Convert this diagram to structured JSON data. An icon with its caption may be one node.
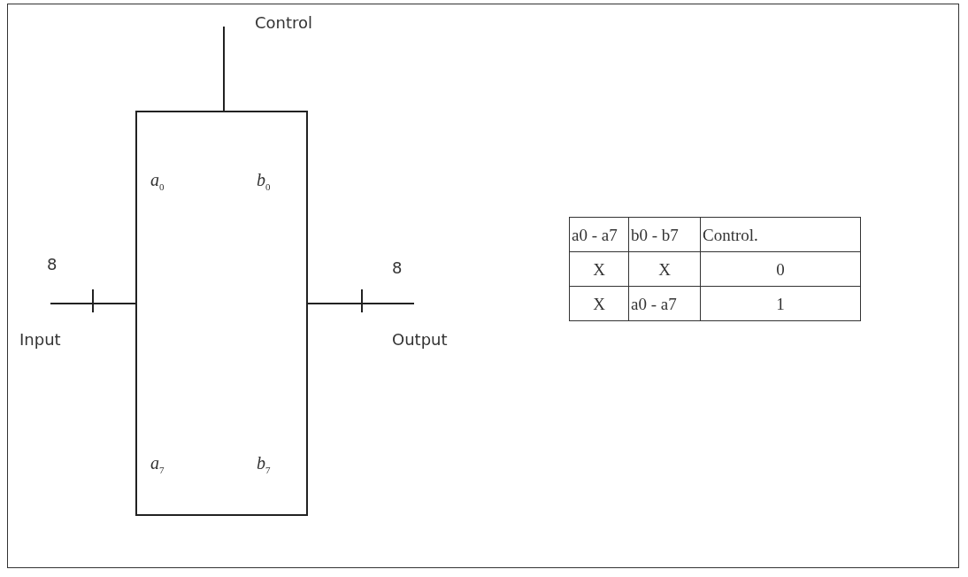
{
  "diagram": {
    "nodes": [
      {
        "text": [
          "a$_{0}$",
          "b$_{0}$",
          "a$_{7}$",
          "b$_{7}$"
        ]
      },
      {
        "text": [
          "Control"
        ]
      },
      {
        "text": [
          "Input"
        ]
      },
      {
        "text": [
          "Output"
        ]
      }
    ],
    "edges": [
      {
        "from": 1,
        "to": 0,
        "arrow": "none"
      },
      {
        "from": 2,
        "to": 0,
        "arrow": "none"
      },
      {
        "from": 0,
        "to": 3,
        "arrow": "none"
      }
    ],
    "labels": [
      "8",
      "8",
      "a0 - a7",
      "b0 - b7",
      "Control.",
      "X",
      "X",
      "0",
      "X",
      "a0 - a7",
      "1"
    ]
  }
}
